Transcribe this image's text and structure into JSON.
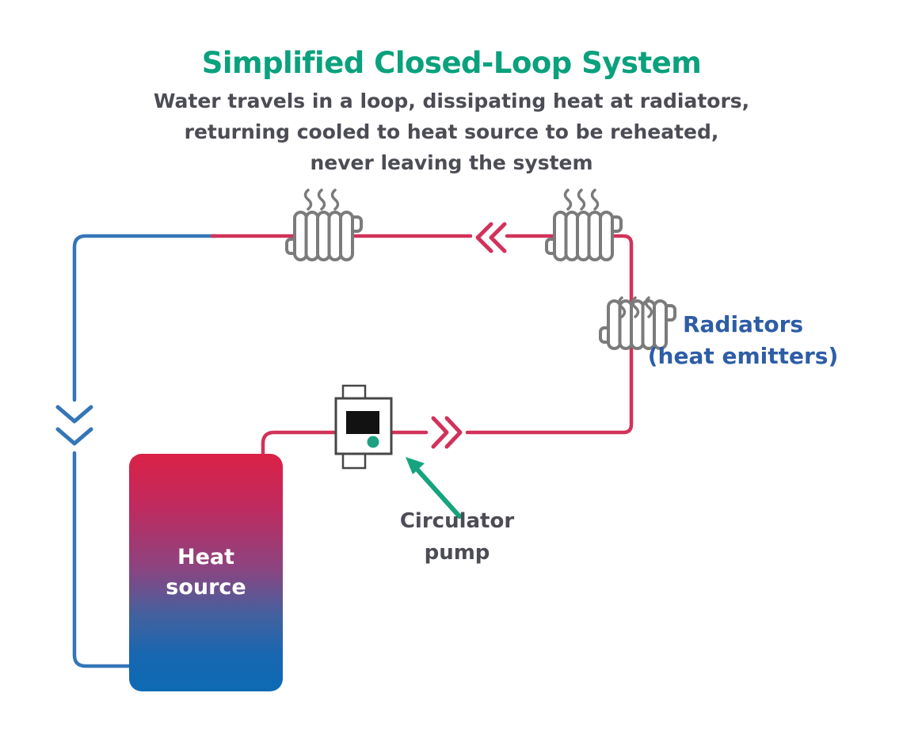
{
  "title": "Simplified Closed-Loop System",
  "subtitle": "Water travels in a loop, dissipating heat at radiators,\nreturning cooled to heat source to be reheated,\nnever leaving the system",
  "diagram": {
    "heat_source": {
      "line1": "Heat",
      "line2": "source"
    },
    "circulator_pump": {
      "line1": "Circulator",
      "line2": "pump"
    },
    "radiators": {
      "line1": "Radiators",
      "line2": "(heat emitters)"
    }
  },
  "icons": {
    "radiator": "radiator-icon",
    "heat_waves": "heat-waves-icon",
    "pump": "circulator-pump-icon",
    "flow_left": "chevron-left-icon",
    "flow_right": "chevron-right-icon",
    "flow_down": "chevron-down-icon",
    "pointer": "pointer-arrow-icon"
  },
  "colors": {
    "title": "#0aa17d",
    "subtitle": "#4c4c55",
    "hot_pipe": "#d2325a",
    "cold_pipe": "#3476b7",
    "radiator_label": "#2e5da6",
    "radiator_icon": "#7b7b7b",
    "arrow": "#16a47e",
    "pump_led": "#1ea183",
    "heat_source_top": "#da2146",
    "heat_source_bottom": "#0e6ab4"
  }
}
